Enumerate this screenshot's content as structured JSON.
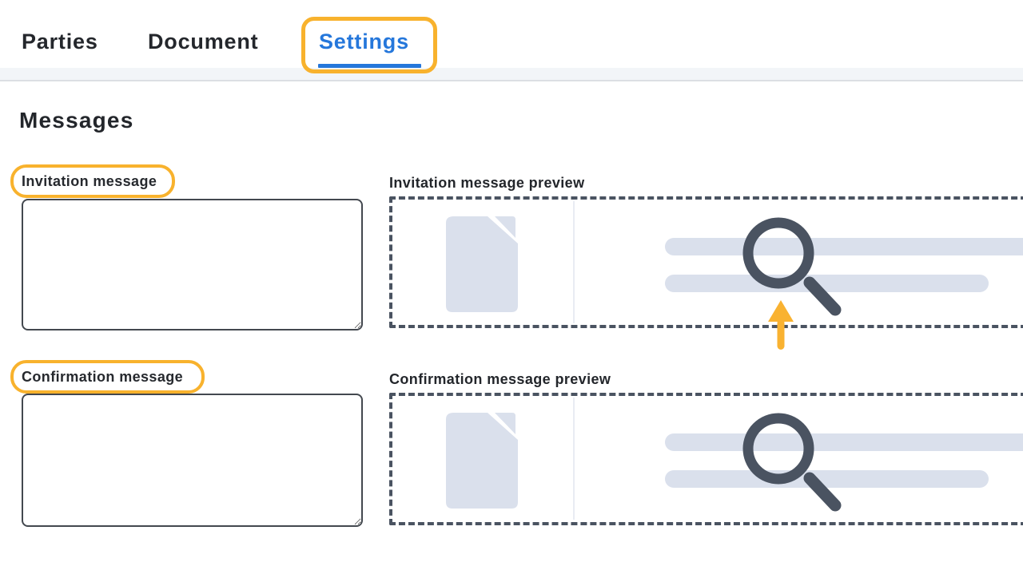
{
  "tabs": {
    "parties": "Parties",
    "document": "Document",
    "settings": "Settings"
  },
  "heading": "Messages",
  "invitation": {
    "label": "Invitation message",
    "value": "",
    "preview_label": "Invitation message preview"
  },
  "confirmation": {
    "label": "Confirmation message",
    "value": "",
    "preview_label": "Confirmation message preview"
  },
  "icons": {
    "document": "document-icon",
    "search": "search-icon",
    "arrow": "arrow-up-icon"
  },
  "colors": {
    "active_tab_blue": "#2577db",
    "annotation_orange": "#f8b22d",
    "arrow_orange": "#f9b231",
    "slate_dark": "#4a5361",
    "placeholder_gray": "#dae0ec",
    "strip_gray": "#f2f5f8",
    "text_dark": "#23262b"
  }
}
